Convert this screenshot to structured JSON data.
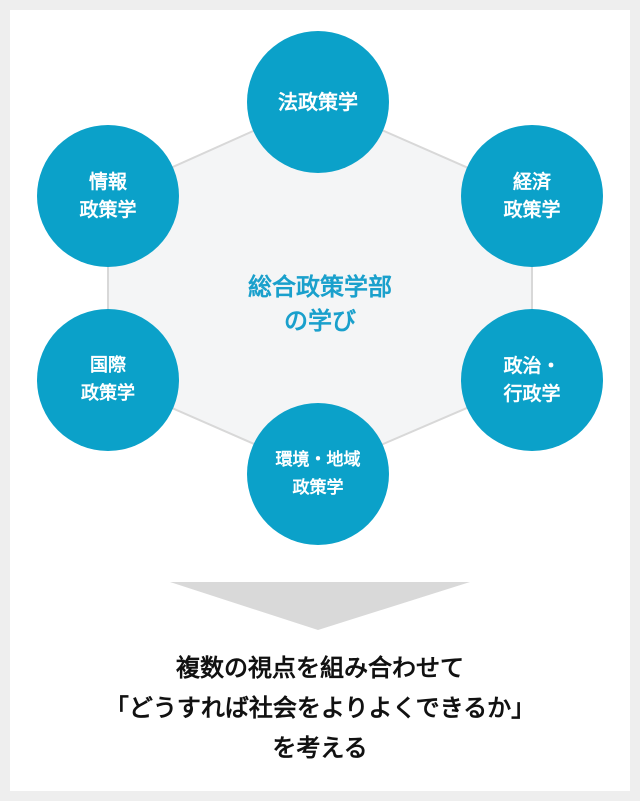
{
  "diagram": {
    "center_label": "総合政策学部\nの学び",
    "fields": [
      {
        "label": "法政策学"
      },
      {
        "label": "経済\n政策学"
      },
      {
        "label": "政治・\n行政学"
      },
      {
        "label": "環境・地域\n政策学"
      },
      {
        "label": "国際\n政策学"
      },
      {
        "label": "情報\n政策学"
      }
    ],
    "accent_color": "#0ba1c9"
  },
  "message": {
    "lines": [
      "複数の視点を組み合わせて",
      "「どうすれば社会をよりよくできるか」",
      "を考える"
    ]
  }
}
